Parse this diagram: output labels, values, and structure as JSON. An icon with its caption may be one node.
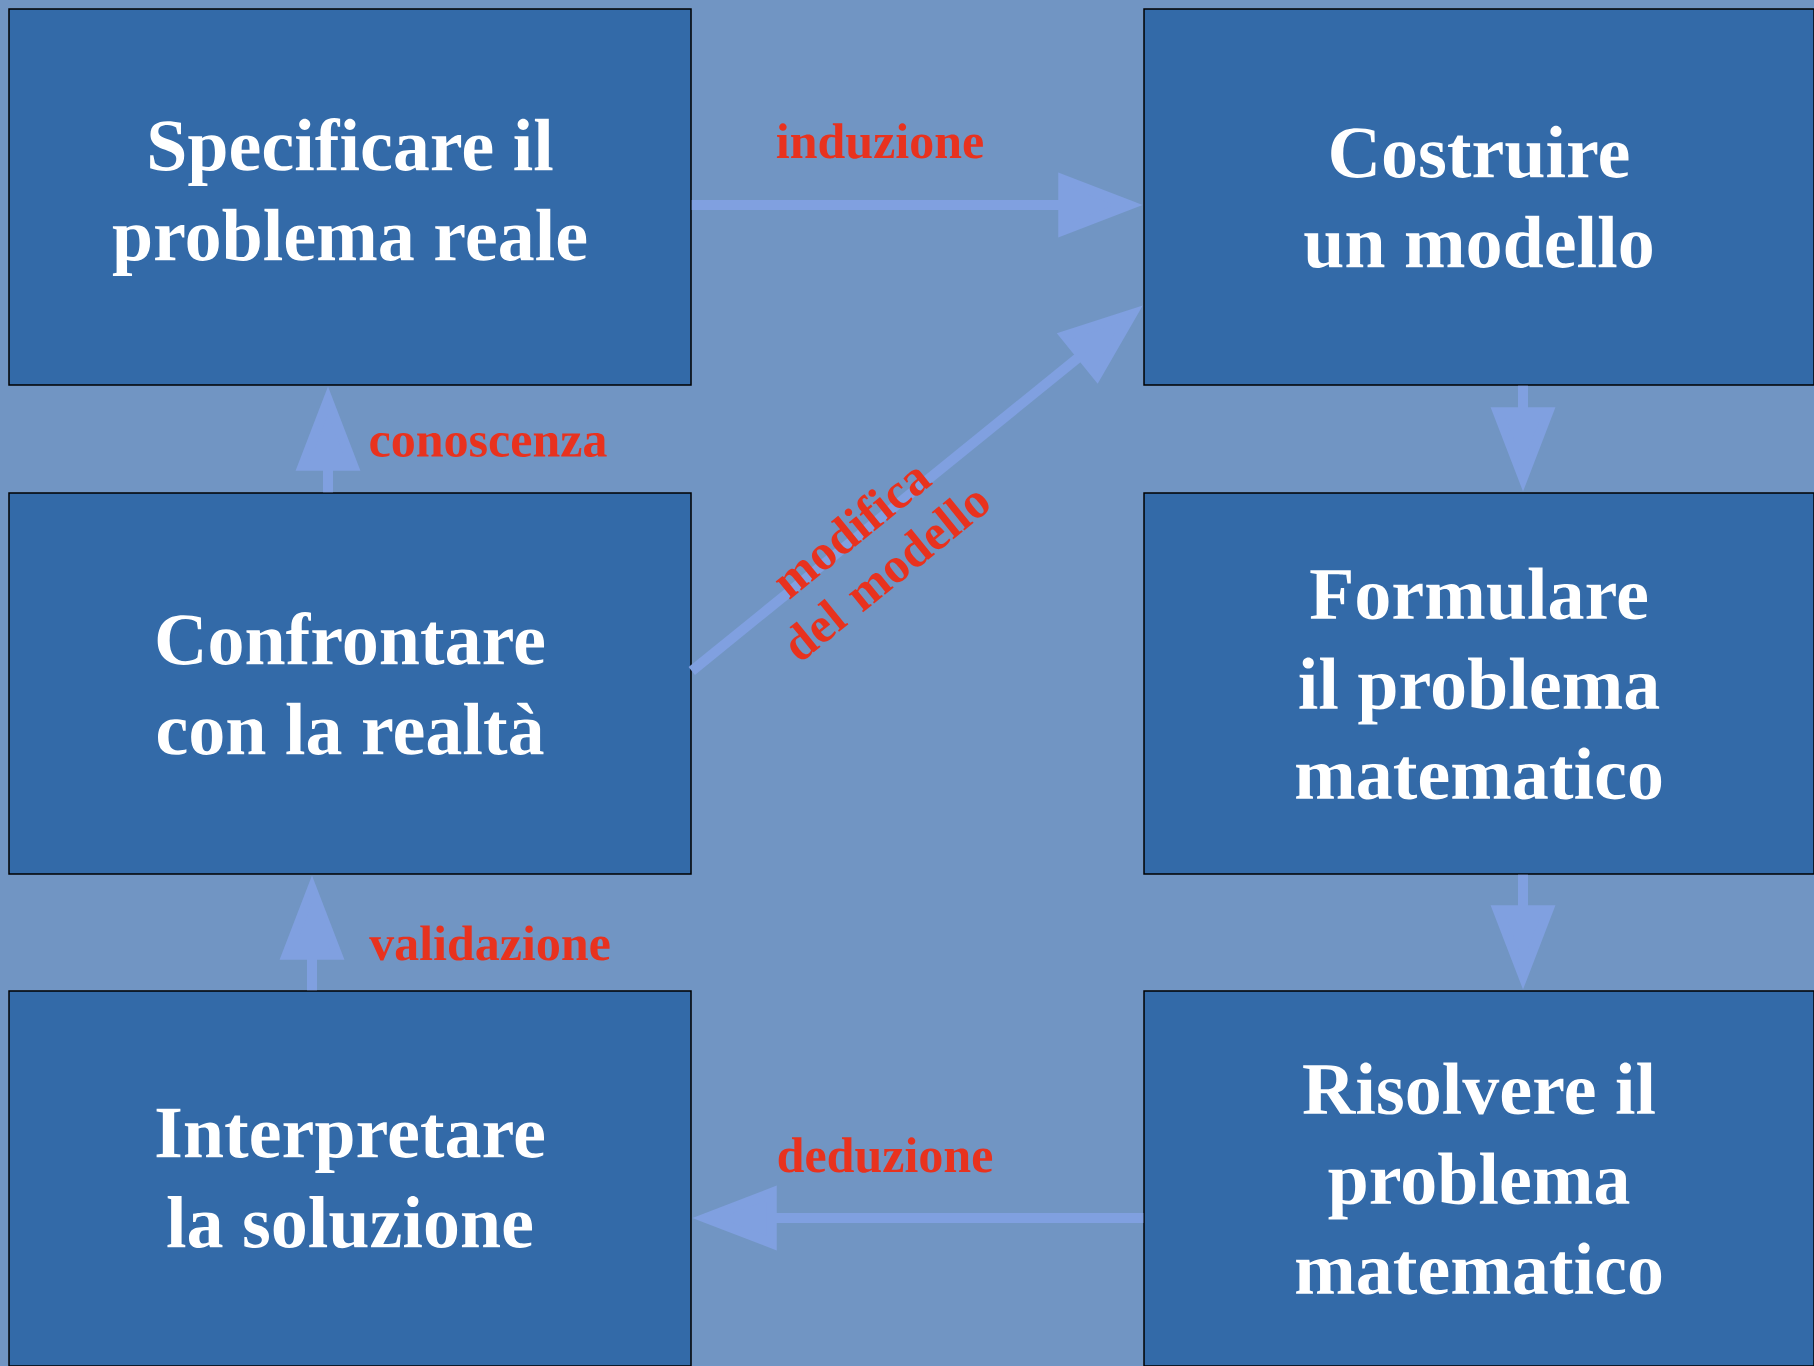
{
  "diagram": {
    "nodes": [
      {
        "text": [
          "Specificare il problema reale"
        ]
      },
      {
        "text": [
          "Costruire un modello"
        ]
      },
      {
        "text": [
          "Confrontare con la realtà"
        ]
      },
      {
        "text": [
          "Formulare il problema matematico"
        ]
      },
      {
        "text": [
          "Interpretare la soluzione"
        ]
      },
      {
        "text": [
          "Risolvere il problema matematico"
        ]
      }
    ],
    "edges": [
      {
        "from": 0,
        "to": 1,
        "arrow": "to",
        "label": "induzione"
      },
      {
        "from": 1,
        "to": 3,
        "arrow": "to"
      },
      {
        "from": 3,
        "to": 5,
        "arrow": "to"
      },
      {
        "from": 5,
        "to": 4,
        "arrow": "to",
        "label": "deduzione"
      },
      {
        "from": 4,
        "to": 2,
        "arrow": "to",
        "label": "validazione"
      },
      {
        "from": 2,
        "to": 0,
        "arrow": "to",
        "label": "conoscenza"
      },
      {
        "from": 2,
        "to": 1,
        "arrow": "to",
        "label": "modifica del modello"
      }
    ]
  }
}
